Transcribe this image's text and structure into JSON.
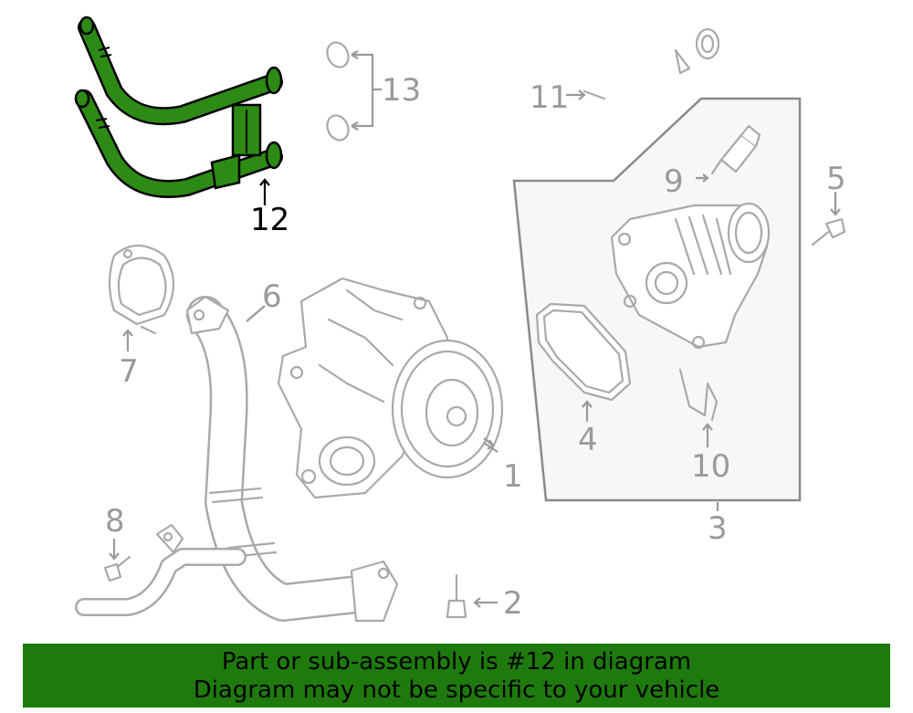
{
  "callouts": {
    "c1": "1",
    "c2": "2",
    "c3": "3",
    "c4": "4",
    "c5": "5",
    "c6": "6",
    "c7": "7",
    "c8": "8",
    "c9": "9",
    "c10": "10",
    "c11": "11",
    "c12": "12",
    "c13": "13"
  },
  "highlight": {
    "part": "12",
    "color": "#2d8a14"
  },
  "banner": {
    "line1": "Part or sub-assembly is #12 in diagram",
    "line2": "Diagram may not be specific to your vehicle",
    "background": "#1f7a0e"
  }
}
